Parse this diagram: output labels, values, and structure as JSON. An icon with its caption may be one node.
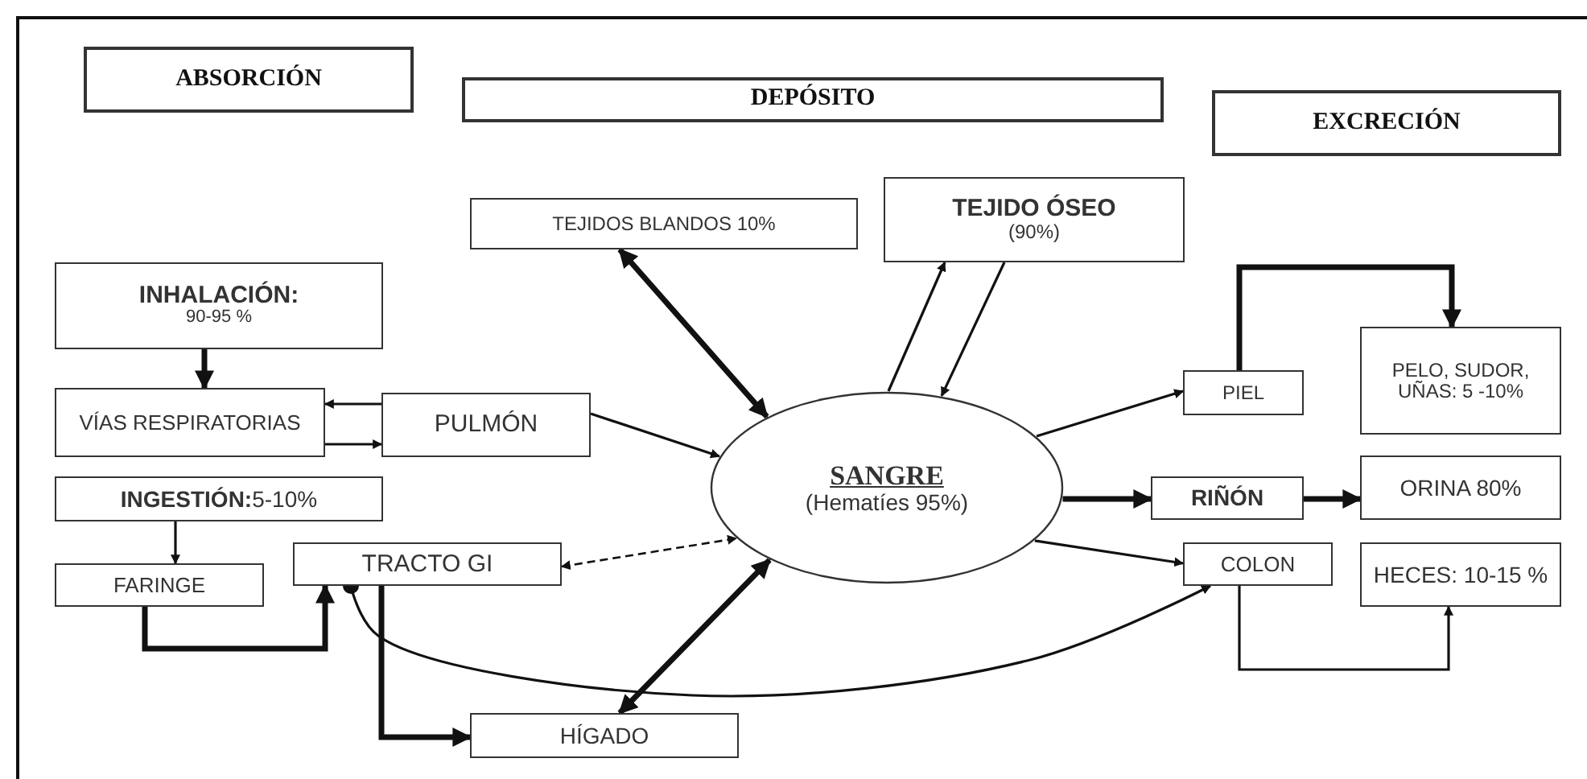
{
  "diagram": {
    "nodes": [
      {
        "text": [
          "ABSORCIÓN"
        ]
      },
      {
        "text": [
          "DEPÓSITO"
        ]
      },
      {
        "text": [
          "EXCRECIÓN"
        ]
      },
      {
        "text": [
          "TEJIDOS BLANDOS 10%"
        ]
      },
      {
        "text": [
          "TEJIDO ÓSEO",
          "(90%)"
        ]
      },
      {
        "text": [
          "INHALACIÓN:",
          "90-95 %"
        ]
      },
      {
        "text": [
          "VÍAS RESPIRATORIAS"
        ]
      },
      {
        "text": [
          "PULMÓN"
        ]
      },
      {
        "text": [
          "**INGESTIÓN:**5-10%"
        ]
      },
      {
        "text": [
          "FARINGE"
        ]
      },
      {
        "text": [
          "TRACTO GI"
        ]
      },
      {
        "text": [
          "HÍGADO"
        ]
      },
      {
        "text": [
          "SANGRE",
          "(Hematíes 95%)"
        ]
      },
      {
        "text": [
          "PIEL"
        ]
      },
      {
        "text": [
          "PELO, SUDOR, UÑAS: 5 -10%"
        ]
      },
      {
        "text": [
          "RIÑÓN"
        ]
      },
      {
        "text": [
          "ORINA 80%"
        ]
      },
      {
        "text": [
          "COLON"
        ]
      },
      {
        "text": [
          "HECES: 10-15 %"
        ]
      }
    ],
    "edges": [
      {
        "from": 5,
        "to": 6,
        "arrow": "to",
        "style": "thick"
      },
      {
        "from": 7,
        "to": 6,
        "arrow": "to"
      },
      {
        "from": 6,
        "to": 7,
        "arrow": "to"
      },
      {
        "from": 7,
        "to": 12,
        "arrow": "to"
      },
      {
        "from": 3,
        "to": 12,
        "arrow": "both",
        "style": "thick"
      },
      {
        "from": 12,
        "to": 4,
        "arrow": "to"
      },
      {
        "from": 4,
        "to": 12,
        "arrow": "to"
      },
      {
        "from": 8,
        "to": 9,
        "arrow": "to"
      },
      {
        "from": 9,
        "to": 10,
        "arrow": "to",
        "style": "thick"
      },
      {
        "from": 10,
        "to": 12,
        "arrow": "both",
        "style": "dashed"
      },
      {
        "from": 10,
        "to": 11,
        "arrow": "to",
        "style": "thick"
      },
      {
        "from": 11,
        "to": 12,
        "arrow": "both",
        "style": "thick"
      },
      {
        "from": 10,
        "to": 17,
        "arrow": "to"
      },
      {
        "from": 12,
        "to": 13,
        "arrow": "to"
      },
      {
        "from": 13,
        "to": 14,
        "arrow": "to",
        "style": "thick"
      },
      {
        "from": 12,
        "to": 15,
        "arrow": "to",
        "style": "thick"
      },
      {
        "from": 15,
        "to": 16,
        "arrow": "to",
        "style": "thick"
      },
      {
        "from": 12,
        "to": 17,
        "arrow": "to"
      },
      {
        "from": 17,
        "to": 18,
        "arrow": "to"
      }
    ]
  }
}
